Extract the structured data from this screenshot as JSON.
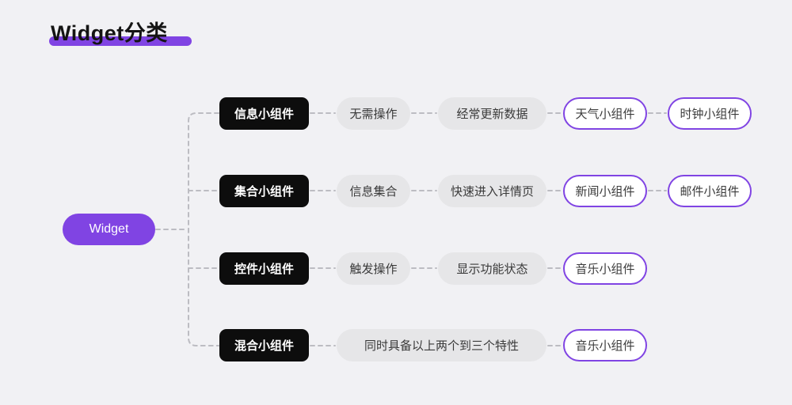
{
  "title": "Widget分类",
  "root": {
    "label": "Widget"
  },
  "tree": {
    "rows": [
      {
        "category": "信息小组件",
        "items": [
          "无需操作",
          "经常更新数据",
          "天气小组件",
          "时钟小组件"
        ]
      },
      {
        "category": "集合小组件",
        "items": [
          "信息集合",
          "快速进入详情页",
          "新闻小组件",
          "邮件小组件"
        ]
      },
      {
        "category": "控件小组件",
        "items": [
          "触发操作",
          "显示功能状态",
          "音乐小组件"
        ]
      },
      {
        "category": "混合小组件",
        "items": [
          "同时具备以上两个到三个特性",
          "音乐小组件"
        ]
      }
    ]
  },
  "colors": {
    "background": "#f1f1f4",
    "accent_purple": "#8044e3",
    "category_black": "#0d0d0d",
    "pill_gray": "#e6e6e8",
    "dash_line": "#bcbcc2"
  }
}
